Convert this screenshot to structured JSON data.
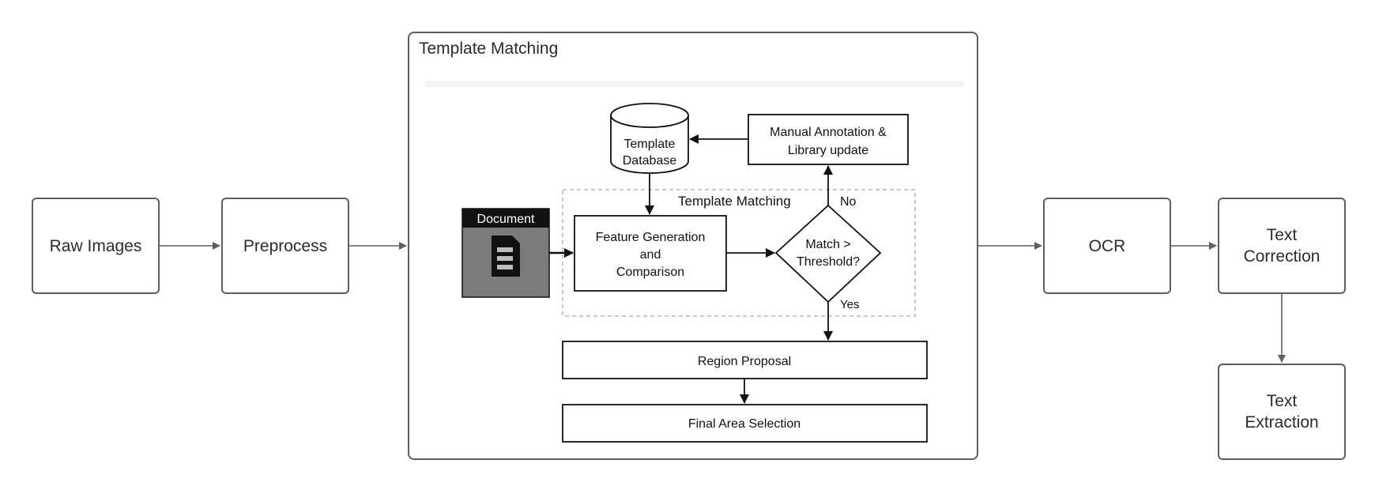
{
  "pipeline": {
    "raw_images": "Raw Images",
    "preprocess": "Preprocess",
    "ocr": "OCR",
    "text_correction": [
      "Text",
      "Correction"
    ],
    "text_extraction": [
      "Text",
      "Extraction"
    ]
  },
  "template_matching": {
    "title": "Template Matching",
    "inner": {
      "database": [
        "Template",
        "Database"
      ],
      "manual_annotation": [
        "Manual Annotation &",
        "Library update"
      ],
      "region_label": "Template Matching",
      "document": "Document",
      "feature_generation": [
        "Feature Generation",
        "and",
        "Comparison"
      ],
      "decision": [
        "Match >",
        "Threshold?"
      ],
      "no_label": "No",
      "yes_label": "Yes",
      "region_proposal": "Region Proposal",
      "final_area_selection": "Final Area Selection"
    }
  },
  "colors": {
    "outer_border": "#5f5f5f",
    "arrow": "#5f5f5f",
    "document_header": "#111111",
    "document_body": "#7b7b7b",
    "dashed_region": "#a8a8a8"
  }
}
